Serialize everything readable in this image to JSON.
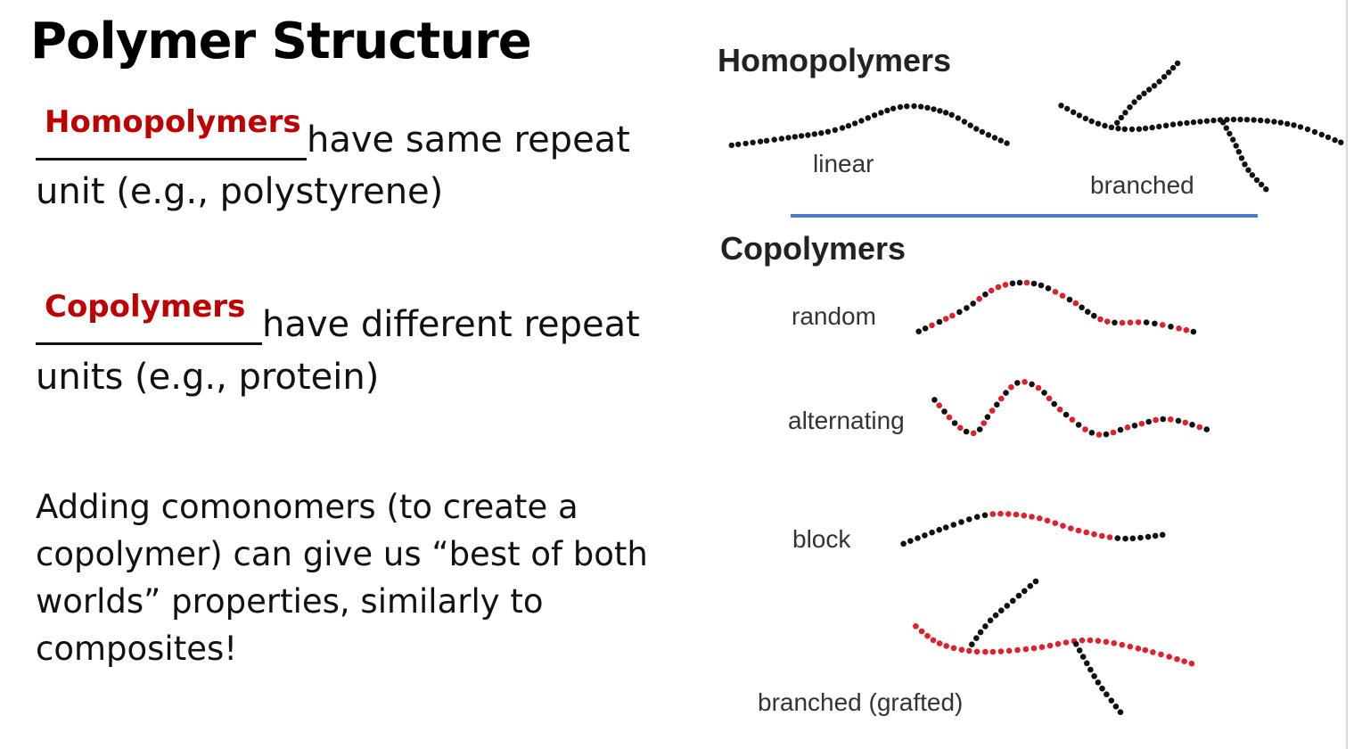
{
  "slide": {
    "title": "Polymer Structure",
    "homo_answer": "Homopolymers",
    "homo_line1": "have same repeat",
    "homo_line2": "unit (e.g., polystyrene)",
    "co_answer": "Copolymers",
    "co_line1": "have different repeat",
    "co_line2": "units (e.g., protein)",
    "paragraph": "Adding comonomers (to create a copolymer) can give us “best of both worlds” properties, similarly to composites!"
  },
  "figure": {
    "homopolymers_heading": "Homopolymers",
    "linear_label": "linear",
    "branched_label": "branched",
    "copolymers_heading": "Copolymers",
    "random_label": "random",
    "alternating_label": "alternating",
    "block_label": "block",
    "grafted_label": "branched (grafted)",
    "divider_color": "#4a7cc0",
    "monomer_a_color": "#111111",
    "monomer_b_color": "#e0202a"
  }
}
